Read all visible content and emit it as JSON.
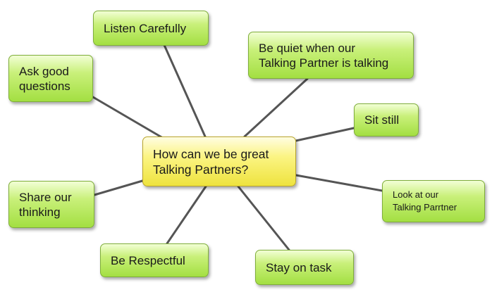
{
  "diagram": {
    "center": {
      "label": "How can we be great\nTalking Partners?"
    },
    "nodes": [
      {
        "id": "listen-carefully",
        "label": "Listen Carefully"
      },
      {
        "id": "be-quiet",
        "label": "Be quiet when our\nTalking Partner is talking"
      },
      {
        "id": "ask-questions",
        "label": "Ask good\nquestions"
      },
      {
        "id": "sit-still",
        "label": "Sit still"
      },
      {
        "id": "share-thinking",
        "label": "Share our\nthinking"
      },
      {
        "id": "look-at-partner",
        "label": "Look at our\nTalking Parrtner"
      },
      {
        "id": "be-respectful",
        "label": "Be Respectful"
      },
      {
        "id": "stay-on-task",
        "label": "Stay on task"
      }
    ],
    "colors": {
      "node_fill": "#a3df42",
      "center_fill": "#eee33e",
      "connector": "#555555"
    }
  }
}
